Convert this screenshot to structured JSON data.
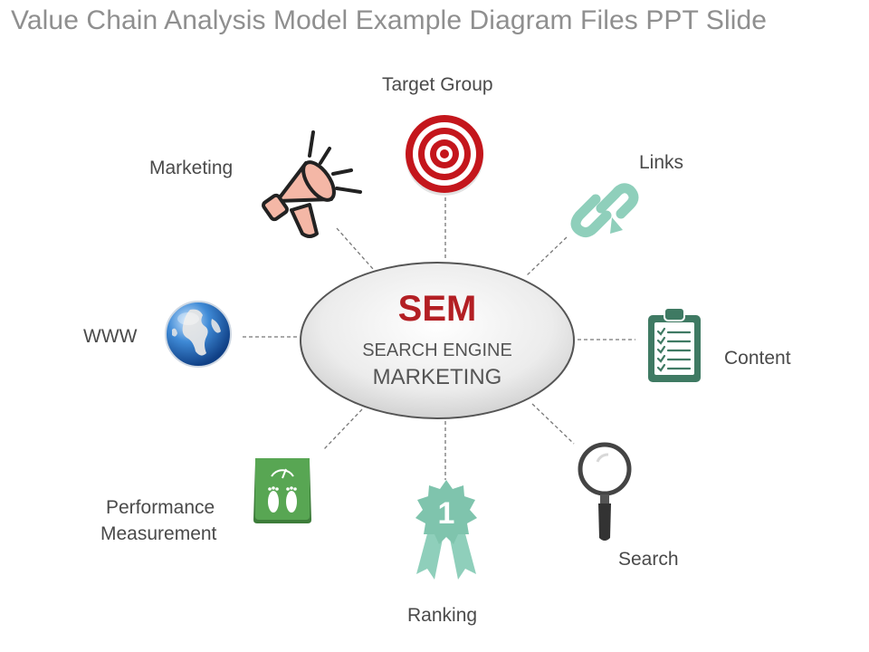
{
  "title": "Value Chain Analysis Model Example Diagram Files PPT Slide",
  "center": {
    "heading": "SEM",
    "line1": "SEARCH ENGINE",
    "line2": "MARKETING"
  },
  "nodes": {
    "target_group": "Target Group",
    "marketing": "Marketing",
    "links": "Links",
    "www": "WWW",
    "content": "Content",
    "performance_line1": "Performance",
    "performance_line2": "Measurement",
    "ranking": "Ranking",
    "ranking_badge": "1",
    "search": "Search"
  },
  "colors": {
    "sem_red": "#b31f24",
    "teal_green": "#3f7a63",
    "mint": "#8fcfbb",
    "scale_green": "#4f9a4b",
    "megaphone_pink": "#f4b7a6"
  },
  "icons": [
    "megaphone-icon",
    "target-icon",
    "link-icon",
    "globe-icon",
    "clipboard-icon",
    "scale-icon",
    "ribbon-badge-icon",
    "magnifier-icon"
  ]
}
